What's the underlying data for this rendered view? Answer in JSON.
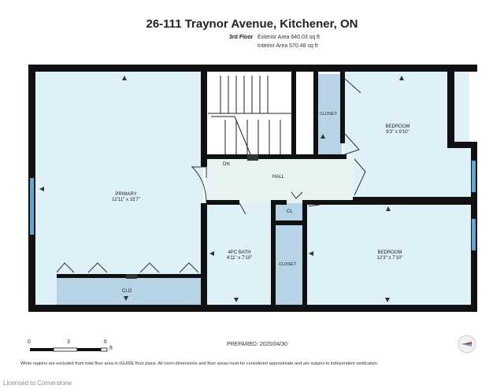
{
  "header": {
    "address": "26-111 Traynor Avenue, Kitchener, ON",
    "floor": "3rd Floor",
    "exterior_area": "Exterior Area 640.03 sq ft",
    "interior_area": "Interior Area 570.48 sq ft"
  },
  "rooms": {
    "primary": {
      "name": "PRIMARY",
      "dims": "12'11\" x 15'7\""
    },
    "clo": {
      "name": "CLO"
    },
    "bath": {
      "name": "4PC BATH",
      "dims": "4'11\" x 7'10\""
    },
    "closet_lower": {
      "name": "CLOSET"
    },
    "closet_upper": {
      "name": "CLOSET"
    },
    "hall": {
      "name": "HALL"
    },
    "dn": {
      "name": "DN"
    },
    "cl": {
      "name": "CL"
    },
    "bedroom_upper": {
      "name": "BEDROOM",
      "dims": "9'3\" x 9'10\""
    },
    "bedroom_lower": {
      "name": "BEDROOM",
      "dims": "12'3\" x 7'10\""
    }
  },
  "scale": {
    "ticks": [
      "0",
      "3",
      "6"
    ],
    "unit": "ft"
  },
  "prepared": "PREPARED: 2025/04/30",
  "disclaimer": "White regions are excluded from total floor area in iGUIDE floor plans. All room dimensions and floor areas must be considered approximate and are subject to independent verification.",
  "watermark": "Licensed to Cornerstone",
  "colors": {
    "wall": "#111111",
    "room_fill": "#dff1f8",
    "closet_fill": "#b6d4e6",
    "hall_fill": "#e6f3f0",
    "window": "#5aa9d6",
    "compass_red": "#d23a2a"
  }
}
